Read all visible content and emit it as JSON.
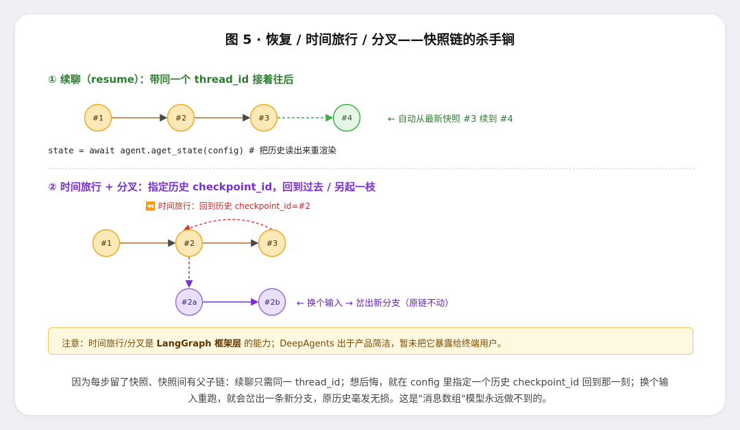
{
  "title": "图 5 · 恢复 / 时间旅行 / 分叉——快照链的杀手锏",
  "section1": {
    "heading": "① 续聊（resume）：带同一个 thread_id 接着往后",
    "nodes": [
      "#1",
      "#2",
      "#3",
      "#4"
    ],
    "note": "← 自动从最新快照 #3 续到 #4",
    "code": "state = await agent.aget_state(config)  # 把历史读出来重渲染"
  },
  "section2": {
    "heading": "② 时间旅行 + 分叉：指定历史 checkpoint_id，回到过去 / 另起一枝",
    "rewind_note": "⏪ 时间旅行：回到历史 checkpoint_id=#2",
    "nodes": [
      "#1",
      "#2",
      "#3"
    ],
    "branch_nodes": [
      "#2a",
      "#2b"
    ],
    "branch_note": "← 换个输入 → 岔出新分支（原链不动）"
  },
  "notice": {
    "prefix": "注意：时间旅行/分叉是 ",
    "bold": "LangGraph 框架层",
    "suffix": " 的能力；DeepAgents 出于产品简洁，暂未把它暴露给终端用户。"
  },
  "caption": {
    "line1": "因为每步留了快照、快照间有父子链：续聊只需同一 thread_id；想后悔，就在 config 里指定一个历史 checkpoint_id 回到那一刻；换个输",
    "line2": "入重跑，就会岔出一条新分支，原历史毫发无损。这是\"消息数组\"模型永远做不到的。"
  },
  "colors": {
    "orange_fill": "#fde9b8",
    "orange_stroke": "#f0a91f",
    "green_fill": "#e6f6e6",
    "green_stroke": "#3cb043",
    "purple_fill": "#e9e0fb",
    "purple_stroke": "#9b6ae0",
    "arrow": "#b9652a",
    "dashed_green": "#3cb043",
    "dashed_red": "#d9302c",
    "dashed_purple": "#7b2fd0"
  }
}
